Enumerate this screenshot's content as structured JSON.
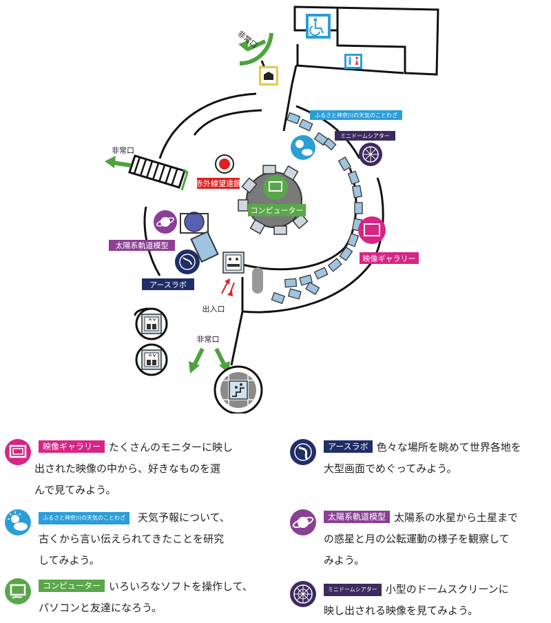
{
  "colors": {
    "pink": "#d62585",
    "blue": "#2a9ed8",
    "purple": "#8b3f96",
    "green": "#5aa64a",
    "navy": "#1f2e67",
    "darkpurple": "#3b2b5e",
    "red": "#e02020",
    "exit_green": "#4ca43c"
  },
  "map": {
    "emergency_exit_top": "非常口",
    "emergency_exit_left": "非常口",
    "emergency_exit_bottom": "非常口",
    "entrance": "出入口",
    "infrared_telescope": "赤外線望遠鏡",
    "computer": "コンピューター",
    "weather_sayings": "ふるさと神奈川の天気のことわざ",
    "mini_dome": "ミニドームシアター",
    "video_gallery": "映像ギャラリー",
    "solar_orrery": "太陽系軌道模型",
    "earth_lab": "アースラボ"
  },
  "legend": [
    {
      "id": "video_gallery",
      "label": "映像ギャラリー",
      "color": "#d62585",
      "icon": "monitor-icon",
      "lines": [
        "たくさんのモニターに映し",
        "出された映像の中から、好きなものを選",
        "んで見てみよう。"
      ]
    },
    {
      "id": "weather_sayings",
      "label": "ふるさと神奈川の天気のことわざ",
      "color": "#2a9ed8",
      "icon": "weather-icon",
      "lines": [
        "天気予報について、",
        "古くから言い伝えられてきたことを研究",
        "してみよう。"
      ]
    },
    {
      "id": "computer",
      "label": "コンピューター",
      "color": "#5aa64a",
      "icon": "computer-icon",
      "lines": [
        "いろいろなソフトを操作して、",
        "パソコンと友達になろう。"
      ]
    },
    {
      "id": "earth_lab",
      "label": "アースラボ",
      "color": "#1f2e67",
      "icon": "globe-icon",
      "lines": [
        "色々な場所を眺めて世界各地を",
        "大型画面でめぐってみよう。"
      ]
    },
    {
      "id": "solar_orrery",
      "label": "太陽系軌道模型",
      "color": "#8b3f96",
      "icon": "planet-icon",
      "lines": [
        "太陽系の水星から土星まで",
        "の惑星と月の公転運動の様子を観察して",
        "みよう。"
      ]
    },
    {
      "id": "mini_dome",
      "label": "ミニドームシアター",
      "color": "#3b2b5e",
      "icon": "dome-icon",
      "lines": [
        "小型のドームスクリーンに",
        "映し出される映像を見てみよう。"
      ]
    }
  ]
}
